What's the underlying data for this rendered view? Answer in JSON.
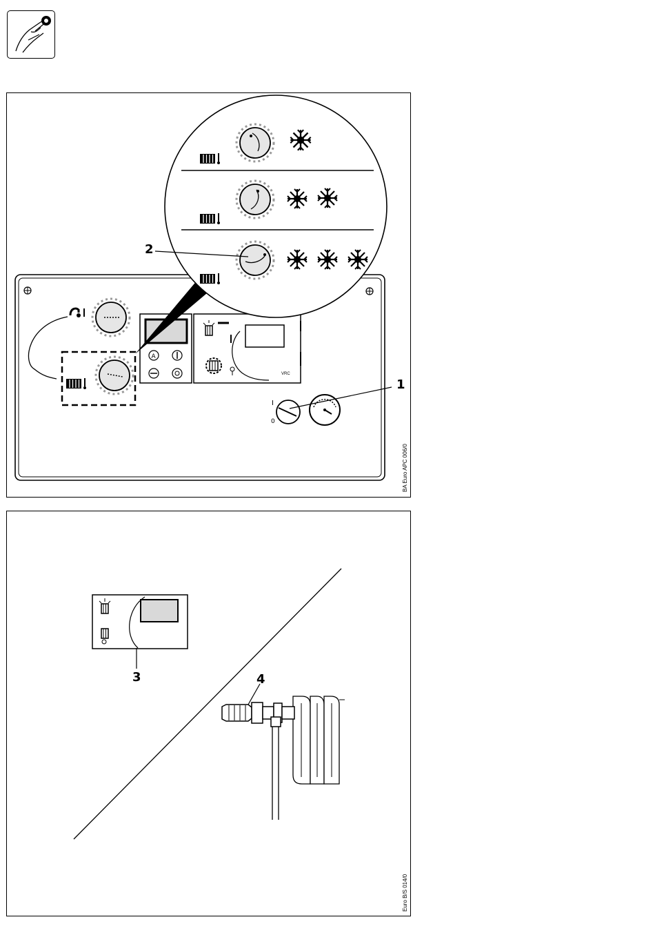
{
  "callouts": {
    "one": "1",
    "two": "2",
    "three": "3",
    "four": "4"
  },
  "figure_codes": {
    "top": "BA Euro APC 006/0",
    "bottom": "Euro B/S 014/0"
  },
  "panel_text": {
    "controller_small": "VRC"
  },
  "icons": {
    "header": "hand-adjusting-knob-icon",
    "frost": "snowflake-icon",
    "radiator": "radiator-icon",
    "gauge": "pressure-gauge-icon"
  },
  "colors": {
    "ink": "#000000",
    "paper": "#ffffff",
    "dial_fill": "#e6e6e6",
    "display_fill": "#d9d9d9"
  }
}
